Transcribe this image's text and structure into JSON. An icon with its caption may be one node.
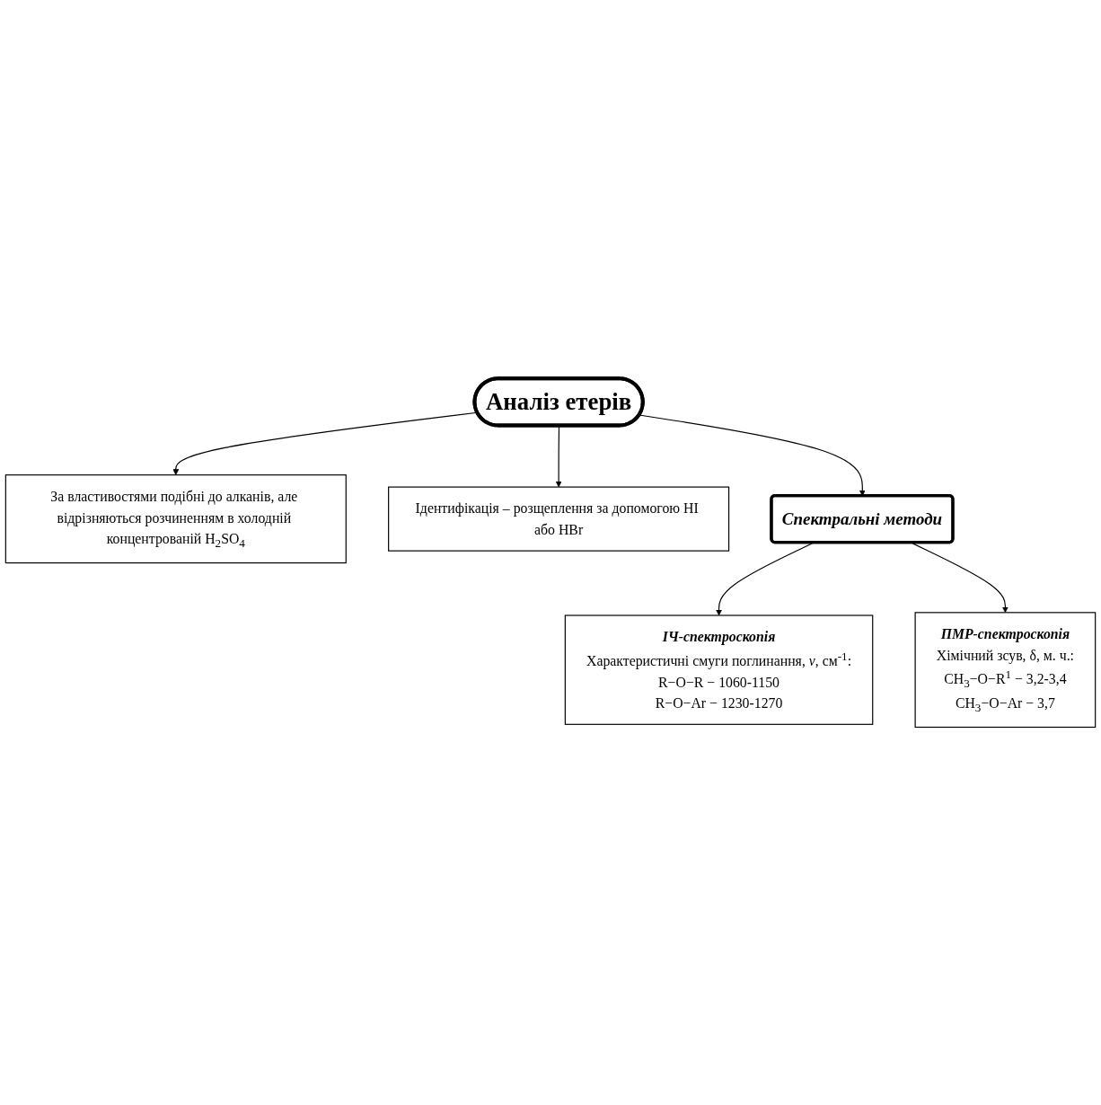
{
  "diagram": {
    "nodes": [
      {
        "text": [
          "За властивостями подібні до алканів, але відрізняються розчиненням в холодній концентрованій H$_{2}$SO$_{4}$"
        ]
      },
      {
        "text": [
          "Ідентифікація – розщеплення за допомогою HI або HBr"
        ]
      },
      {
        "text": [
          "Аналіз етерів"
        ]
      },
      {
        "text": [
          "Спектральні методи"
        ]
      },
      {
        "text": [
          "ІЧ-спектроскопія",
          "Характеристичні смуги поглинання, *v*, см$^{-1}$:",
          "R−O−R − 1060-1150",
          "R−O−Ar − 1230-1270"
        ]
      },
      {
        "text": [
          "ПМР-спектроскопія",
          "Хімічний зсув, δ, м. ч.:",
          "CH$_{3}$−O−R$^{1}$ − 3,2-3,4",
          "CH$_{3}$−O−Ar − 3,7"
        ]
      }
    ],
    "edges": [
      {
        "from": 2,
        "to": 0,
        "arrow": "to"
      },
      {
        "from": 2,
        "to": 1,
        "arrow": "to"
      },
      {
        "from": 2,
        "to": 3,
        "arrow": "to"
      },
      {
        "from": 3,
        "to": 4,
        "arrow": "to"
      },
      {
        "from": 3,
        "to": 5,
        "arrow": "to"
      }
    ]
  }
}
